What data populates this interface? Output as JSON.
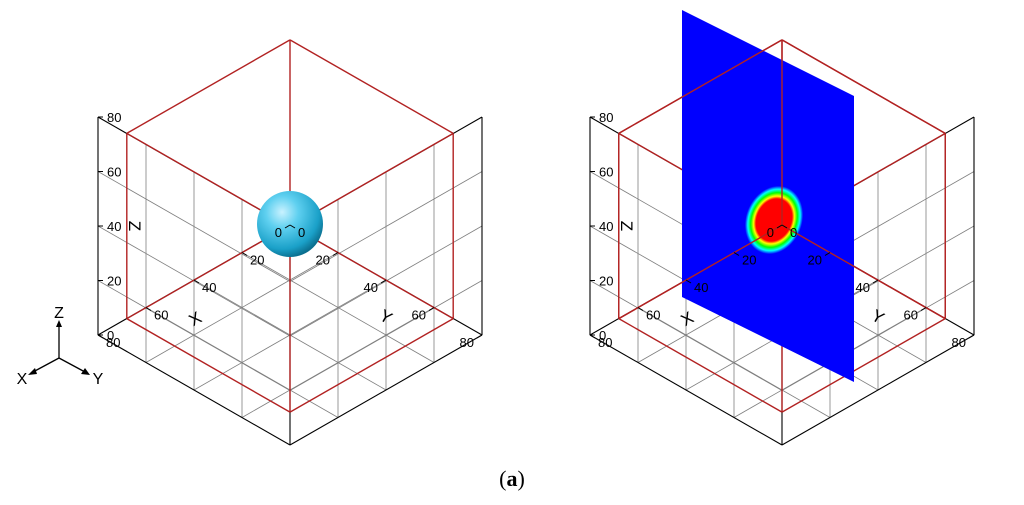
{
  "caption": {
    "open": "(",
    "letter": "a",
    "close": ")"
  },
  "colors": {
    "box_edge": "#b22222",
    "grid_line": "#7f7f7f",
    "axis_frame": "#000000",
    "sphere": "#2bb0d8",
    "slice_background": "#0000ff",
    "slice_core": "#ff0000"
  },
  "icons": {
    "triad": "xyz-axis-triad-icon",
    "sphere": "sphere-icon"
  },
  "triad": {
    "x": "X",
    "y": "Y",
    "z": "Z"
  },
  "panels": [
    {
      "name": "left",
      "object": "sphere",
      "axes": {
        "x": {
          "label": "X",
          "ticks": [
            "0",
            "20",
            "40",
            "60",
            "80"
          ]
        },
        "y": {
          "label": "Y",
          "ticks": [
            "0",
            "20",
            "40",
            "60",
            "80"
          ]
        },
        "z": {
          "label": "Z",
          "ticks": [
            "0",
            "20",
            "40",
            "60",
            "80"
          ]
        }
      }
    },
    {
      "name": "right",
      "object": "slice",
      "axes": {
        "x": {
          "label": "X",
          "ticks": [
            "0",
            "20",
            "40",
            "60",
            "80"
          ]
        },
        "y": {
          "label": "Y",
          "ticks": [
            "0",
            "20",
            "40",
            "60",
            "80"
          ]
        },
        "z": {
          "label": "Z",
          "ticks": [
            "0",
            "20",
            "40",
            "60",
            "80"
          ]
        }
      }
    }
  ]
}
